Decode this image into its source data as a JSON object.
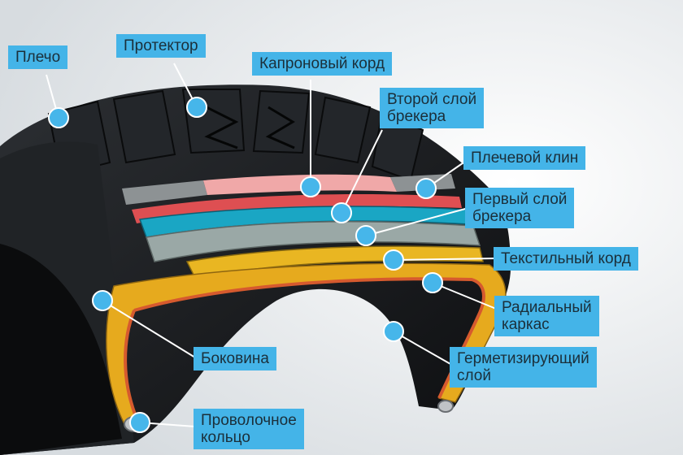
{
  "labels": {
    "shoulder": "Плечо",
    "tread": "Протектор",
    "nylon_cord": "Капроновый корд",
    "breaker2_line1": "Второй слой",
    "breaker2_line2": "брекера",
    "shoulder_wedge": "Плечевой клин",
    "breaker1_line1": "Первый слой",
    "breaker1_line2": "брекера",
    "textile_cord": "Текстильный корд",
    "carcass_line1": "Радиальный",
    "carcass_line2": "каркас",
    "sidewall": "Боковина",
    "liner_line1": "Герметизирующий",
    "liner_line2": "слой",
    "bead_line1": "Проволочное",
    "bead_line2": "кольцо"
  },
  "colors": {
    "label_bg": "#44b4e8",
    "marker": "#46b6ea",
    "leader": "#ffffff",
    "rubber": "#1a1c1e",
    "nylon_layer": "#f0a8a8",
    "breaker2": "#1aa6c4",
    "breaker1": "#9aa8a6",
    "textile": "#e9b622",
    "carcass": "#e6aa1e",
    "inner_liner": "#d65a2e"
  }
}
